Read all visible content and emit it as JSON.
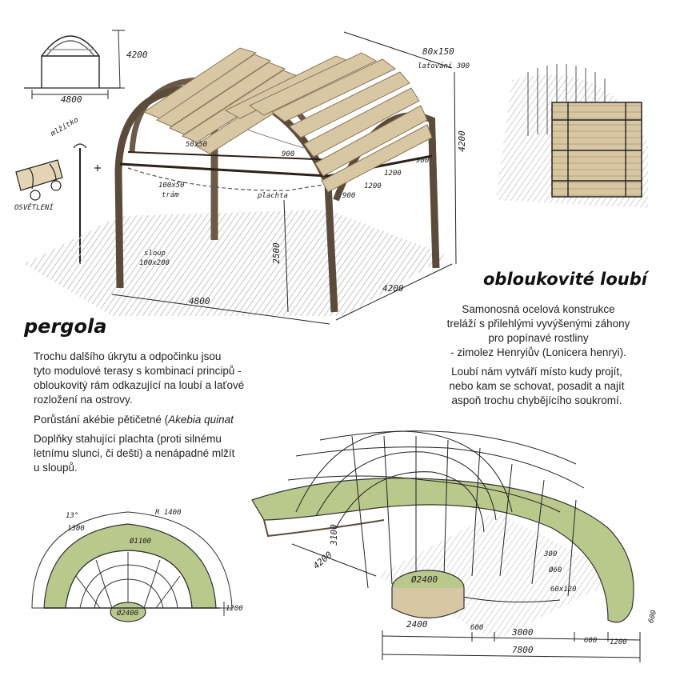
{
  "headings": {
    "pergola": "pergola",
    "arch": "obloukovité loubí"
  },
  "pergola_text": {
    "p1": [
      "Trochu dalšího úkrytu a odpočinku jsou",
      "tyto modulové terasy s kombinací principů -",
      "obloukovitý rám odkazující na loubí a laťové",
      "rozložení na ostrovy."
    ],
    "p2_prefix": "Porůstání akébie pětičetné (",
    "p2_species": "Akebia quinat",
    "p3": [
      "Doplňky stahující plachta (proti silnému",
      "letnímu slunci, či dešti) a nenápadné mlžít",
      "u sloupů."
    ]
  },
  "arch_text": {
    "p1": [
      "Samonosná ocelová konstrukce",
      "treláží s přilehlými vyvýšenými záhony",
      "pro popínavé rostliny",
      "- zimolez Henryiův (Lonicera henryi)."
    ],
    "p2": [
      "Loubí nám vytváří místo kudy projít,",
      "nebo kam se schovat, posadit a najít",
      "aspoň trochu chybějícího soukromí."
    ]
  },
  "sketch_labels": {
    "elev_height": "4200",
    "elev_width": "4800",
    "beam_top": "80x150",
    "batten": "laťování 300",
    "beam_mid": "50x50",
    "beam_long": "100x50",
    "beam_long_sub": "trám",
    "gap_a": "900",
    "gap_b": "1200",
    "gap_c": "900",
    "gap_d": "1200",
    "gap_e": "900",
    "sail": "plachta",
    "post": "sloup",
    "post_size": "100x200",
    "post_height": "2500",
    "side_height": "4200",
    "base_length": "4800",
    "base_depth": "4200",
    "mister": "mlžítko",
    "lighting": "OSVĚTLENÍ",
    "plan_angle": "13°",
    "plan_r1": "1300",
    "plan_radius": "R 1400",
    "plan_d1": "Ø1100",
    "plan_d2": "Ø2400",
    "plan_side": "1200",
    "arch_h": "3100",
    "arch_d": "4200",
    "arch_pot": "Ø2400",
    "arch_r300": "300",
    "arch_r60": "Ø60",
    "arch_rect": "60x120",
    "arch_bed": "600",
    "dim_2400": "2400",
    "dim_600a": "600",
    "dim_3000": "3000",
    "dim_600b": "600",
    "dim_1200": "1200",
    "dim_total": "7800",
    "dim_bed_end": "600"
  },
  "colors": {
    "wood_light": "#d8c7a3",
    "wood_dark": "#5b4b3a",
    "shadow": "#d6d6d6",
    "plant_green": "#b9c98c",
    "ink": "#1a1a1a"
  }
}
